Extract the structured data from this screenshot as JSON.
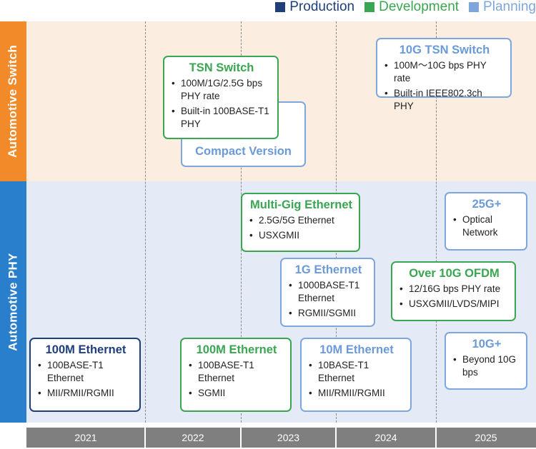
{
  "legend": [
    {
      "label": "Production",
      "color": "#1f3f7a"
    },
    {
      "label": "Development",
      "color": "#3aa651"
    },
    {
      "label": "Planning",
      "color": "#7fa6dc"
    }
  ],
  "rows": {
    "switch": "Automotive Switch",
    "phy": "Automotive PHY"
  },
  "years": [
    "2021",
    "2022",
    "2023",
    "2024",
    "2025"
  ],
  "switch_items": {
    "tsn": {
      "title": "TSN Switch",
      "bullets": [
        "100M/1G/2.5G bps PHY rate",
        "Built-in 100BASE-T1 PHY"
      ],
      "status": "development"
    },
    "compact": {
      "title": "Compact Version",
      "status": "planning"
    },
    "tsn10g": {
      "title": "10G TSN Switch",
      "bullets": [
        "100M～10G bps PHY rate",
        "Built-in  IEEE802.3ch PHY"
      ],
      "status": "planning"
    }
  },
  "phy_items": {
    "eth100m_2021": {
      "title": "100M Ethernet",
      "bullets": [
        "100BASE-T1 Ethernet",
        "MII/RMII/RGMII"
      ],
      "status": "production"
    },
    "eth100m_2022": {
      "title": "100M Ethernet",
      "bullets": [
        "100BASE-T1 Ethernet",
        "SGMII"
      ],
      "status": "development"
    },
    "multigig": {
      "title": "Multi-Gig Ethernet",
      "bullets": [
        "2.5G/5G Ethernet",
        "USXGMII"
      ],
      "status": "development"
    },
    "eth1g": {
      "title": "1G Ethernet",
      "bullets": [
        "1000BASE-T1 Ethernet",
        "RGMII/SGMII"
      ],
      "status": "planning"
    },
    "eth10m": {
      "title": "10M Ethernet",
      "bullets": [
        "10BASE-T1 Ethernet",
        "MII/RMII/RGMII"
      ],
      "status": "planning"
    },
    "ofdm": {
      "title": "Over 10G OFDM",
      "bullets": [
        "12/16G bps PHY rate",
        "USXGMII/LVDS/MIPI"
      ],
      "status": "development"
    },
    "g25": {
      "title": "25G+",
      "bullets": [
        "Optical Network"
      ],
      "status": "planning"
    },
    "g10": {
      "title": "10G+",
      "bullets": [
        "Beyond 10G bps"
      ],
      "status": "planning"
    }
  }
}
